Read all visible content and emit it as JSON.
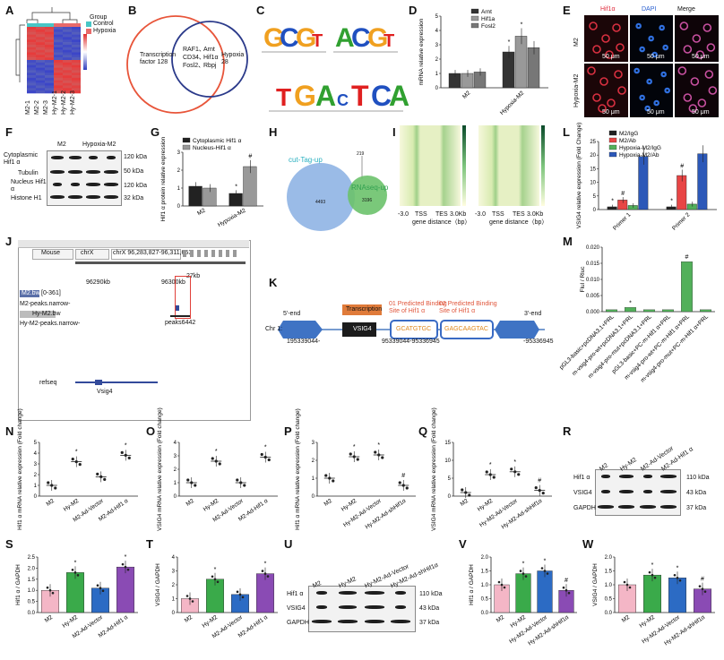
{
  "panels": {
    "A": {
      "letter": "A",
      "legend_title": "Group",
      "legend": [
        "Control",
        "Hypoxia"
      ],
      "legend_colors": [
        "#48c6c6",
        "#e86a6a"
      ],
      "samples": [
        "M2-1",
        "M2-2",
        "M2-3",
        "Hy-M2-1",
        "Hy-M2-2",
        "Hy-M2-3"
      ]
    },
    "B": {
      "letter": "B",
      "left": "Transcription factor 128",
      "center": [
        "RAF1、",
        "CD34、",
        "Fosl2、"
      ],
      "center2": [
        "Arnt",
        "Hif1α",
        "Rbpj"
      ],
      "right": "Hypoxia 28"
    },
    "C": {
      "letter": "C",
      "motifs": [
        "GCGTG",
        "ACGTG",
        "TGACTCA"
      ]
    },
    "D": {
      "letter": "D",
      "ylabel": "mRNA relative expression",
      "legend": [
        "Arnt",
        "Hif1a",
        "Fosl2"
      ],
      "groups": [
        "M2",
        "Hypoxia-M2"
      ],
      "yticks": [
        "0",
        "1",
        "2",
        "3",
        "4",
        "5"
      ]
    },
    "E": {
      "letter": "E",
      "cols": [
        "Hif1α",
        "DAPI",
        "Merge"
      ],
      "rows": [
        "M2",
        "Hypoxia-M2"
      ],
      "scale": "50 μm"
    },
    "F": {
      "letter": "F",
      "cols": [
        "M2",
        "Hypoxia-M2"
      ],
      "rows": [
        "Cytoplasmic Hif1 α",
        "Tubulin",
        "Nucleus Hif1 α",
        "Histone H1"
      ],
      "kda": [
        "120 kDa",
        "50 kDa",
        "120 kDa",
        "32 kDa"
      ]
    },
    "G": {
      "letter": "G",
      "ylabel": "Hif1 α protein relative expression",
      "legend": [
        "Cytoplasmic Hif1 α",
        "Nucleus-Hif1 α"
      ],
      "groups": [
        "M2",
        "Hypoxia-M2"
      ],
      "yticks": [
        "0",
        "1",
        "2",
        "3"
      ]
    },
    "H": {
      "letter": "H",
      "left": "cut-Tag-up",
      "right": "RNAseq-up",
      "nums": [
        "4493",
        "219",
        "3196"
      ]
    },
    "I": {
      "letter": "I",
      "xlabel": "gene distance（bp）",
      "ticks": [
        "-3.0",
        "TSS",
        "TES",
        "3.0Kb"
      ]
    },
    "J": {
      "letter": "J",
      "genome": "Mouse",
      "chr": "chrX",
      "coords": "chrX 96,283,827-96,311,653",
      "scale": "27kb",
      "pos1": "96290kb",
      "pos2": "96300kb",
      "tracks": [
        "M2.bw",
        "M2-peaks.narrow-",
        "Hy-M2.bw",
        "Hy-M2-peaks.narrow-"
      ],
      "range": "[0-361]",
      "peak": "peaks6442",
      "refseq": "refseq",
      "gene": "Vsig4"
    },
    "K": {
      "letter": "K",
      "five": "5'-end",
      "three": "3'-end",
      "chr": "Chr 1:",
      "start": "195339044-",
      "end": "-95336945",
      "transcription": "Transcription",
      "gene": "VSIG4",
      "site1": "01 Predicted Binding Site of Hif1 α",
      "site2": "02 Predicted Binding Site of Hif1 α",
      "seq1": "GCATGTGC",
      "seq2": "GAGCAAGTAC",
      "range1": "95339044-95336945",
      "range2": "95339044-95336945"
    },
    "L": {
      "letter": "L",
      "ylabel": "VSIG4 relative expression (Fold Change)",
      "legend": [
        "M2/IgG",
        "M2/Ab",
        "Hypoxia-M2/IgG",
        "Hypoxia-M2/Ab"
      ],
      "groups": [
        "Primer 1",
        "Primer 2"
      ],
      "yticks": [
        "0",
        "5",
        "10",
        "15",
        "20",
        "25"
      ]
    },
    "M": {
      "letter": "M",
      "ylabel": "Flul / Rluc",
      "yticks": [
        "0.000",
        "0.005",
        "0.010",
        "0.015",
        "0.020"
      ],
      "cats": [
        "pGL3-basic+pcDNA3.1+PRL",
        "m-vsig4-pro-wt+pcDNA3.1+PRL",
        "m-vsig4-pro-mut+pcDNA3.1+PRL",
        "pGL3-basic+PC-m-Hif1 α+PRL",
        "m-vsig4-pro-wt+PC-m-Hif1 α+PRL",
        "m-vsig4-pro-mut+PC-m-Hif1 α+PRL"
      ]
    },
    "N": {
      "letter": "N",
      "ylabel": "Hif1 α mRNA relative expression (Fold change)",
      "cats": [
        "M2",
        "Hy-M2",
        "M2-Ad-Vector",
        "M2-Ad-Hif1 α"
      ],
      "yticks": [
        "0",
        "1",
        "2",
        "3",
        "4",
        "5"
      ]
    },
    "O": {
      "letter": "O",
      "ylabel": "VSIG4 mRNA relative expression (Fold change)",
      "cats": [
        "M2",
        "Hy-M2",
        "M2-Ad-Vector",
        "M2-Ad-Hif1 α"
      ],
      "yticks": [
        "0",
        "1",
        "2",
        "3",
        "4"
      ]
    },
    "P": {
      "letter": "P",
      "ylabel": "Hif1 α mRNA relative expression (Fold change)",
      "cats": [
        "M2",
        "Hy-M2",
        "Hy-M2-Ad-Vector",
        "Hy-M2-Ad-shHif1α"
      ],
      "yticks": [
        "0",
        "1",
        "2",
        "3"
      ]
    },
    "Q": {
      "letter": "Q",
      "ylabel": "VSIG4 mRNA relative expression (Fold change)",
      "cats": [
        "M2",
        "Hy-M2",
        "Hy-M2-Ad-Vector",
        "Hy-M2-Ad-shHif1α"
      ],
      "yticks": [
        "0",
        "5",
        "10",
        "15"
      ]
    },
    "R": {
      "letter": "R",
      "cols": [
        "M2",
        "Hy-M2",
        "M2-Ad-Vector",
        "M2-Ad-Hif1 α"
      ],
      "rows": [
        "Hif1 α",
        "VSIG4",
        "GAPDH"
      ],
      "kda": [
        "110 kDa",
        "43 kDa",
        "37 kDa"
      ]
    },
    "S": {
      "letter": "S",
      "ylabel": "Hif1 α / GAPDH",
      "cats": [
        "M2",
        "Hy-M2",
        "M2-Ad-Vector",
        "M2-Ad-Hif1 α"
      ],
      "yticks": [
        "0.0",
        "0.5",
        "1.0",
        "1.5",
        "2.0",
        "2.5"
      ]
    },
    "T": {
      "letter": "T",
      "ylabel": "VSIG4 / GAPDH",
      "cats": [
        "M2",
        "Hy-M2",
        "M2-Ad-Vector",
        "M2-Ad-Hif1 α"
      ],
      "yticks": [
        "0",
        "1",
        "2",
        "3",
        "4"
      ]
    },
    "U": {
      "letter": "U",
      "cols": [
        "M2",
        "Hy-M2",
        "Hy-M2-Ad-Vector",
        "Hy-M2-Ad-shHif1α"
      ],
      "rows": [
        "Hif1 α",
        "VSIG4",
        "GAPDH"
      ],
      "kda": [
        "110 kDa",
        "43 kDa",
        "37 kDa"
      ]
    },
    "V": {
      "letter": "V",
      "ylabel": "Hif1 α / GAPDH",
      "cats": [
        "M2",
        "Hy-M2",
        "Hy-M2-Ad-Vector",
        "Hy-M2-Ad-shHif1α"
      ],
      "yticks": [
        "0.0",
        "0.5",
        "1.0",
        "1.5",
        "2.0"
      ]
    },
    "W": {
      "letter": "W",
      "ylabel": "VSIG4 / GAPDH",
      "cats": [
        "M2",
        "Hy-M2",
        "Hy-M2-Ad-Vector",
        "Hy-M2-Ad-shHif1α"
      ],
      "yticks": [
        "0.0",
        "0.5",
        "1.0",
        "1.5",
        "2.0"
      ]
    }
  },
  "chart_data": [
    {
      "id": "D",
      "type": "bar",
      "categories": [
        "M2",
        "Hypoxia-M2"
      ],
      "ylabel": "mRNA relative expression",
      "ylim": [
        0,
        5
      ],
      "series": [
        {
          "name": "Arnt",
          "values": [
            1.0,
            2.5
          ],
          "color": "#333333"
        },
        {
          "name": "Hif1a",
          "values": [
            1.0,
            3.6
          ],
          "color": "#999999"
        },
        {
          "name": "Fosl2",
          "values": [
            1.1,
            2.8
          ],
          "color": "#777777"
        }
      ],
      "marks": [
        [
          "",
          ""
        ],
        [
          "*",
          "*"
        ]
      ]
    },
    {
      "id": "G",
      "type": "bar",
      "categories": [
        "M2",
        "Hypoxia-M2"
      ],
      "ylabel": "Hif1 α protein relative expression",
      "ylim": [
        0,
        3
      ],
      "series": [
        {
          "name": "Cytoplasmic Hif1 α",
          "values": [
            1.1,
            0.7
          ],
          "color": "#222222"
        },
        {
          "name": "Nucleus-Hif1 α",
          "values": [
            1.0,
            2.2
          ],
          "color": "#999999"
        }
      ],
      "marks": [
        [
          "",
          ""
        ],
        [
          "*",
          "#"
        ]
      ]
    },
    {
      "id": "L",
      "type": "bar",
      "categories": [
        "Primer 1",
        "Primer 2"
      ],
      "ylabel": "VSIG4 relative expression (Fold Change)",
      "ylim": [
        0,
        25
      ],
      "series": [
        {
          "name": "M2/IgG",
          "values": [
            1,
            1
          ],
          "color": "#222222"
        },
        {
          "name": "M2/Ab",
          "values": [
            3.5,
            12.5
          ],
          "color": "#e84545"
        },
        {
          "name": "Hypoxia-M2/IgG",
          "values": [
            1.5,
            2
          ],
          "color": "#52b05a"
        },
        {
          "name": "Hypoxia-M2/Ab",
          "values": [
            19.5,
            20.5
          ],
          "color": "#2c58b8"
        }
      ],
      "marks": [
        [
          "*",
          "#"
        ],
        [
          "*",
          "#"
        ]
      ]
    },
    {
      "id": "M",
      "type": "bar",
      "categories": [
        "pGL3-basic+pcDNA3.1+PRL",
        "m-vsig4-pro-wt+pcDNA3.1+PRL",
        "m-vsig4-pro-mut+pcDNA3.1+PRL",
        "pGL3-basic+PC-m-Hif1 α+PRL",
        "m-vsig4-pro-wt+PC-m-Hif1 α+PRL",
        "m-vsig4-pro-mut+PC-m-Hif1 α+PRL"
      ],
      "ylabel": "Flul / Rluc",
      "ylim": [
        0,
        0.02
      ],
      "values": [
        0.0006,
        0.0013,
        0.0006,
        0.0006,
        0.0155,
        0.0006
      ],
      "color": "#52b05a",
      "marks": [
        "",
        "*",
        "",
        "",
        "#",
        ""
      ]
    },
    {
      "id": "N",
      "type": "scatter",
      "categories": [
        "M2",
        "Hy-M2",
        "M2-Ad-Vector",
        "M2-Ad-Hif1 α"
      ],
      "ylim": [
        0,
        5
      ],
      "values": [
        1.0,
        3.2,
        1.8,
        3.8
      ],
      "marks": [
        "",
        "*",
        "",
        "*"
      ]
    },
    {
      "id": "O",
      "type": "scatter",
      "categories": [
        "M2",
        "Hy-M2",
        "M2-Ad-Vector",
        "M2-Ad-Hif1 α"
      ],
      "ylim": [
        0,
        4
      ],
      "values": [
        1.0,
        2.6,
        1.0,
        2.9
      ],
      "marks": [
        "",
        "*",
        "",
        "*"
      ]
    },
    {
      "id": "P",
      "type": "scatter",
      "categories": [
        "M2",
        "Hy-M2",
        "Hy-M2-Ad-Vector",
        "Hy-M2-Ad-shHif1α"
      ],
      "ylim": [
        0,
        3
      ],
      "values": [
        1.0,
        2.2,
        2.3,
        0.6
      ],
      "marks": [
        "",
        "*",
        "*",
        "#"
      ]
    },
    {
      "id": "Q",
      "type": "scatter",
      "categories": [
        "M2",
        "Hy-M2",
        "Hy-M2-Ad-Vector",
        "Hy-M2-Ad-shHif1α"
      ],
      "ylim": [
        0,
        15
      ],
      "values": [
        1.0,
        6.0,
        6.8,
        1.6
      ],
      "marks": [
        "",
        "*",
        "*",
        "#"
      ]
    },
    {
      "id": "S",
      "type": "bar",
      "categories": [
        "M2",
        "Hy-M2",
        "M2-Ad-Vector",
        "M2-Ad-Hif1 α"
      ],
      "ylim": [
        0,
        2.5
      ],
      "values": [
        1.0,
        1.8,
        1.1,
        2.05
      ],
      "colors": [
        "#f4b6c6",
        "#3aaa4a",
        "#2c6bc4",
        "#8a4bb4"
      ],
      "marks": [
        "",
        "*",
        "",
        "*"
      ]
    },
    {
      "id": "T",
      "type": "bar",
      "categories": [
        "M2",
        "Hy-M2",
        "M2-Ad-Vector",
        "M2-Ad-Hif1 α"
      ],
      "ylim": [
        0,
        4
      ],
      "values": [
        1.0,
        2.4,
        1.3,
        2.8
      ],
      "colors": [
        "#f4b6c6",
        "#3aaa4a",
        "#2c6bc4",
        "#8a4bb4"
      ],
      "marks": [
        "",
        "*",
        "",
        "*"
      ]
    },
    {
      "id": "V",
      "type": "bar",
      "categories": [
        "M2",
        "Hy-M2",
        "Hy-M2-Ad-Vector",
        "Hy-M2-Ad-shHif1α"
      ],
      "ylim": [
        0,
        2
      ],
      "values": [
        1.0,
        1.4,
        1.5,
        0.8
      ],
      "colors": [
        "#f4b6c6",
        "#3aaa4a",
        "#2c6bc4",
        "#8a4bb4"
      ],
      "marks": [
        "",
        "*",
        "*",
        "#"
      ]
    },
    {
      "id": "W",
      "type": "bar",
      "categories": [
        "M2",
        "Hy-M2",
        "Hy-M2-Ad-Vector",
        "Hy-M2-Ad-shHif1α"
      ],
      "ylim": [
        0,
        2
      ],
      "values": [
        1.0,
        1.35,
        1.25,
        0.85
      ],
      "colors": [
        "#f4b6c6",
        "#3aaa4a",
        "#2c6bc4",
        "#8a4bb4"
      ],
      "marks": [
        "",
        "*",
        "*",
        "#"
      ]
    }
  ]
}
